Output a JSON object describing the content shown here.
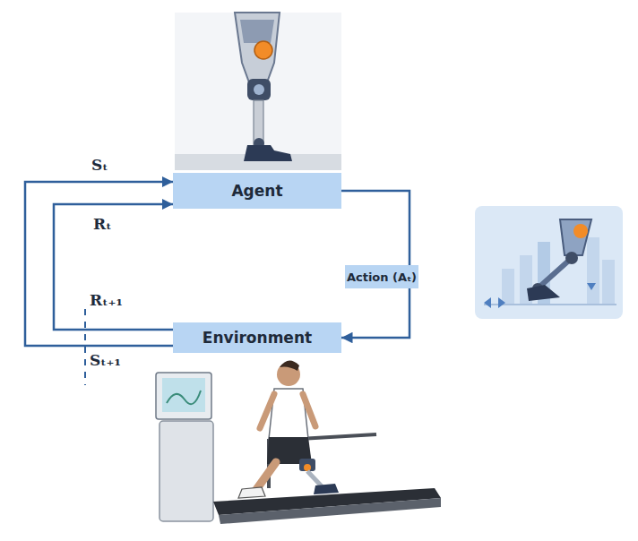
{
  "diagram": {
    "nodes": [
      {
        "text": [
          "Agent"
        ]
      },
      {
        "text": [
          "Action (Aₜ)"
        ]
      },
      {
        "text": [
          "Environment"
        ]
      }
    ],
    "edges": [
      {
        "from": 0,
        "to": 1,
        "arrow": "none"
      },
      {
        "from": 1,
        "to": 2,
        "arrow": "to"
      },
      {
        "from": 2,
        "to": 0,
        "label": "Sₜ",
        "arrow": "to"
      },
      {
        "from": 2,
        "to": 0,
        "label": "Rₜ",
        "arrow": "to"
      }
    ],
    "labels": [
      "Rₜ₊₁",
      "Sₜ₊₁"
    ]
  }
}
